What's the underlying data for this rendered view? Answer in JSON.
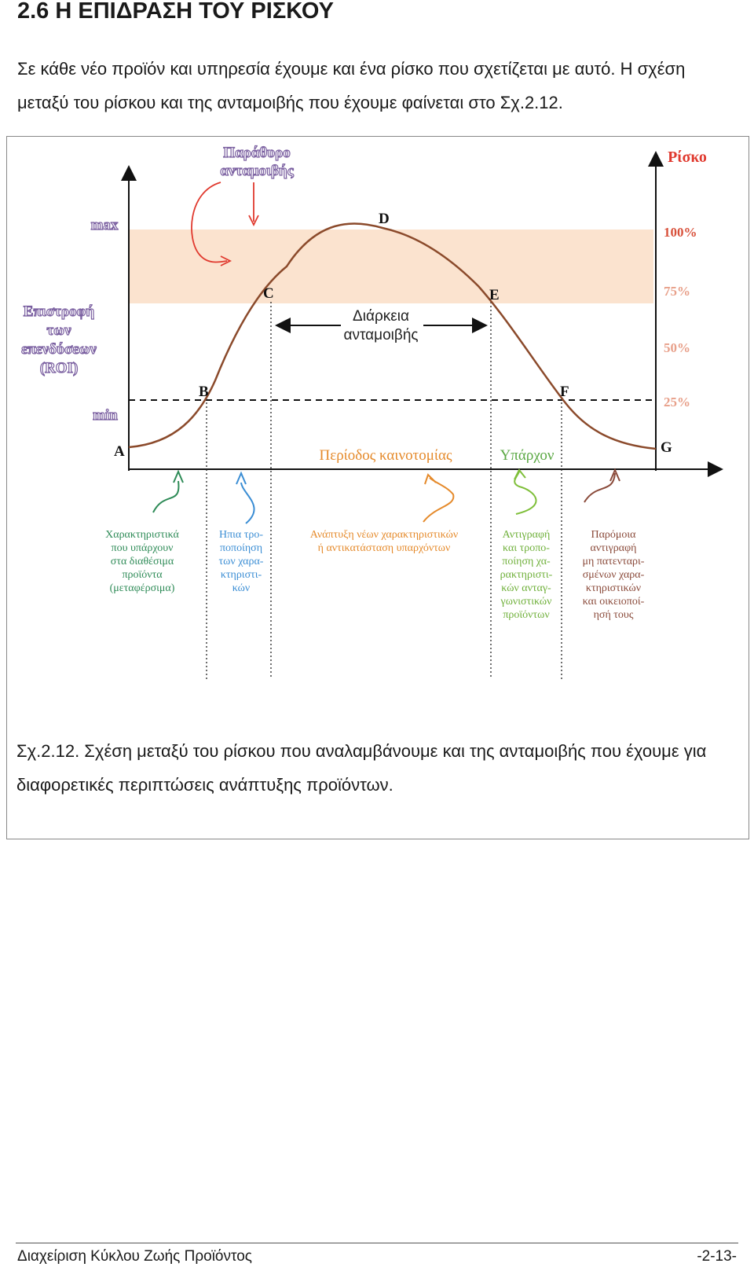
{
  "heading": "2.6 Η ΕΠΙΔΡΑΣΗ ΤΟΥ ΡΙΣΚΟΥ",
  "intro": "Σε κάθε νέο προϊόν και υπηρεσία έχουμε και ένα ρίσκο που σχετίζεται με αυτό. Η σχέση μεταξύ του ρίσκου και της ανταμοιβής που έχουμε φαίνεται στο Σχ.2.12.",
  "diagram": {
    "window_label": [
      "Παράθυρο",
      "ανταμοιβής"
    ],
    "risk_label": "Ρίσκο",
    "max_label": "max",
    "min_label": "min",
    "roi_label": [
      "Επιστροφή",
      "των",
      "επενδύσεων",
      "(ROI)"
    ],
    "points": [
      "A",
      "B",
      "C",
      "D",
      "E",
      "F",
      "G"
    ],
    "percents": [
      "100%",
      "75%",
      "50%",
      "25%"
    ],
    "duration_label": [
      "Διάρκεια",
      "ανταμοιβής"
    ],
    "innovation_label": "Περίοδος καινοτομίας",
    "existing_label": "Υπάρχον",
    "colors": {
      "band": "#fbe3cf",
      "curve": "#8b4a2b",
      "risk": "#e0392e",
      "shadow": "#7a5fa0",
      "green": "#2e8b57",
      "blue": "#3a8dd4",
      "orange": "#e58a2b",
      "lime": "#7fbf3a",
      "brown": "#8a4a3a"
    },
    "desc": {
      "c1": [
        "Χαρακτηριστικά",
        "που υπάρχουν",
        "στα διαθέσιμα",
        "προϊόντα",
        "(μεταφέρσιμα)"
      ],
      "c2": [
        "Ηπια τρο-",
        "ποποίηση",
        "των χαρα-",
        "κτηριστι-",
        "κών"
      ],
      "c3": [
        "Ανάπτυξη νέων χαρακτηριστικών",
        "ή αντικατάσταση υπαρχόντων"
      ],
      "c4": [
        "Αντιγραφή",
        "και τροπο-",
        "ποίηση χα-",
        "ρακτηριστι-",
        "κών ανταγ-",
        "γωνιστικών",
        "προϊόντων"
      ],
      "c5": [
        "Παρόμοια",
        "αντιγραφή",
        "μη πατενταρι-",
        "σμένων χαρα-",
        "κτηριστικών",
        "και οικειοποί-",
        "ησή τους"
      ]
    }
  },
  "caption": "Σχ.2.12. Σχέση μεταξύ του ρίσκου που αναλαμβάνουμε και της ανταμοιβής που έχουμε για διαφορετικές περιπτώσεις ανάπτυξης προϊόντων.",
  "footer": {
    "left": "Διαχείριση Κύκλου Ζωής Προϊόντος",
    "right": "-2-13-"
  }
}
